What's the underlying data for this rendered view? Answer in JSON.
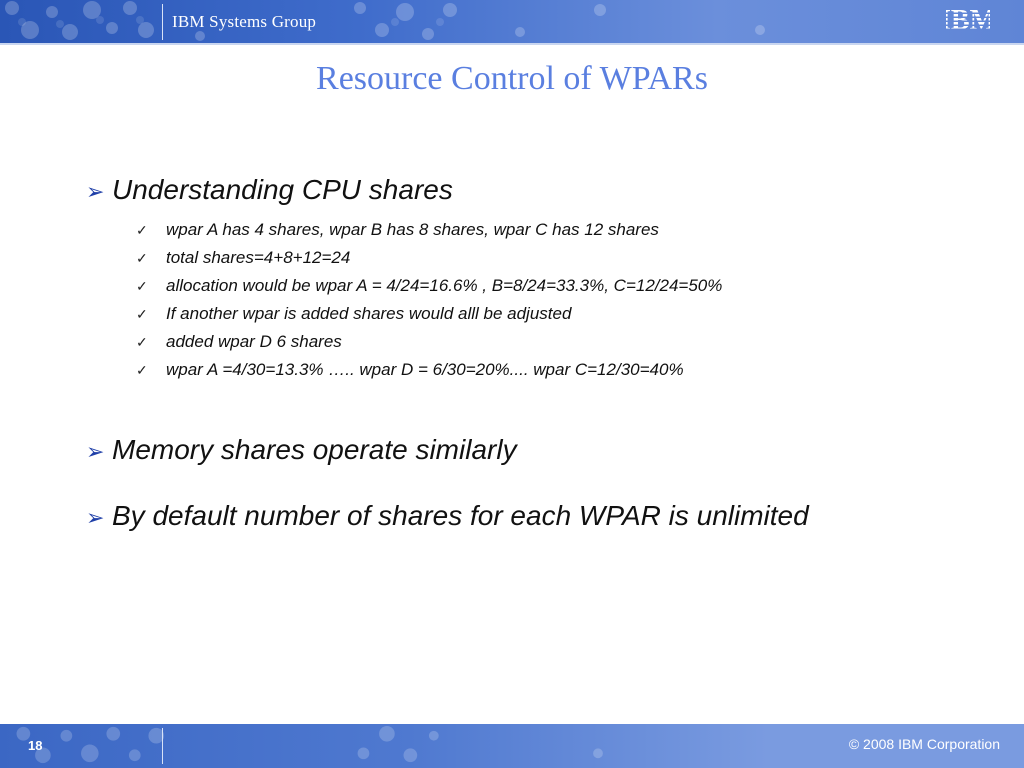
{
  "header": {
    "group": "IBM Systems Group",
    "logo": "IBM"
  },
  "slide": {
    "title": "Resource Control of WPARs",
    "bullets": [
      {
        "text": "Understanding CPU shares",
        "sub": [
          "wpar A has 4 shares, wpar B has 8 shares, wpar C has 12 shares",
          "total shares=4+8+12=24",
          "allocation would be wpar A = 4/24=16.6% , B=8/24=33.3%, C=12/24=50%",
          "If another wpar is added shares would alll be adjusted",
          "added wpar D 6 shares",
          "wpar A =4/30=13.3% ….. wpar D = 6/30=20%.... wpar C=12/30=40%"
        ]
      },
      {
        "text": "Memory shares operate similarly"
      },
      {
        "text": "By default number of shares for each WPAR is unlimited"
      }
    ]
  },
  "footer": {
    "page": "18",
    "copyright": "© 2008 IBM Corporation"
  },
  "colors": {
    "header_blue": "#3f6ccb",
    "title_blue": "#5a7fe0",
    "arrow_blue": "#1f3fa8"
  },
  "icons": {
    "bullet_arrow": "arrow-bullet-icon",
    "check": "checkmark-icon"
  }
}
